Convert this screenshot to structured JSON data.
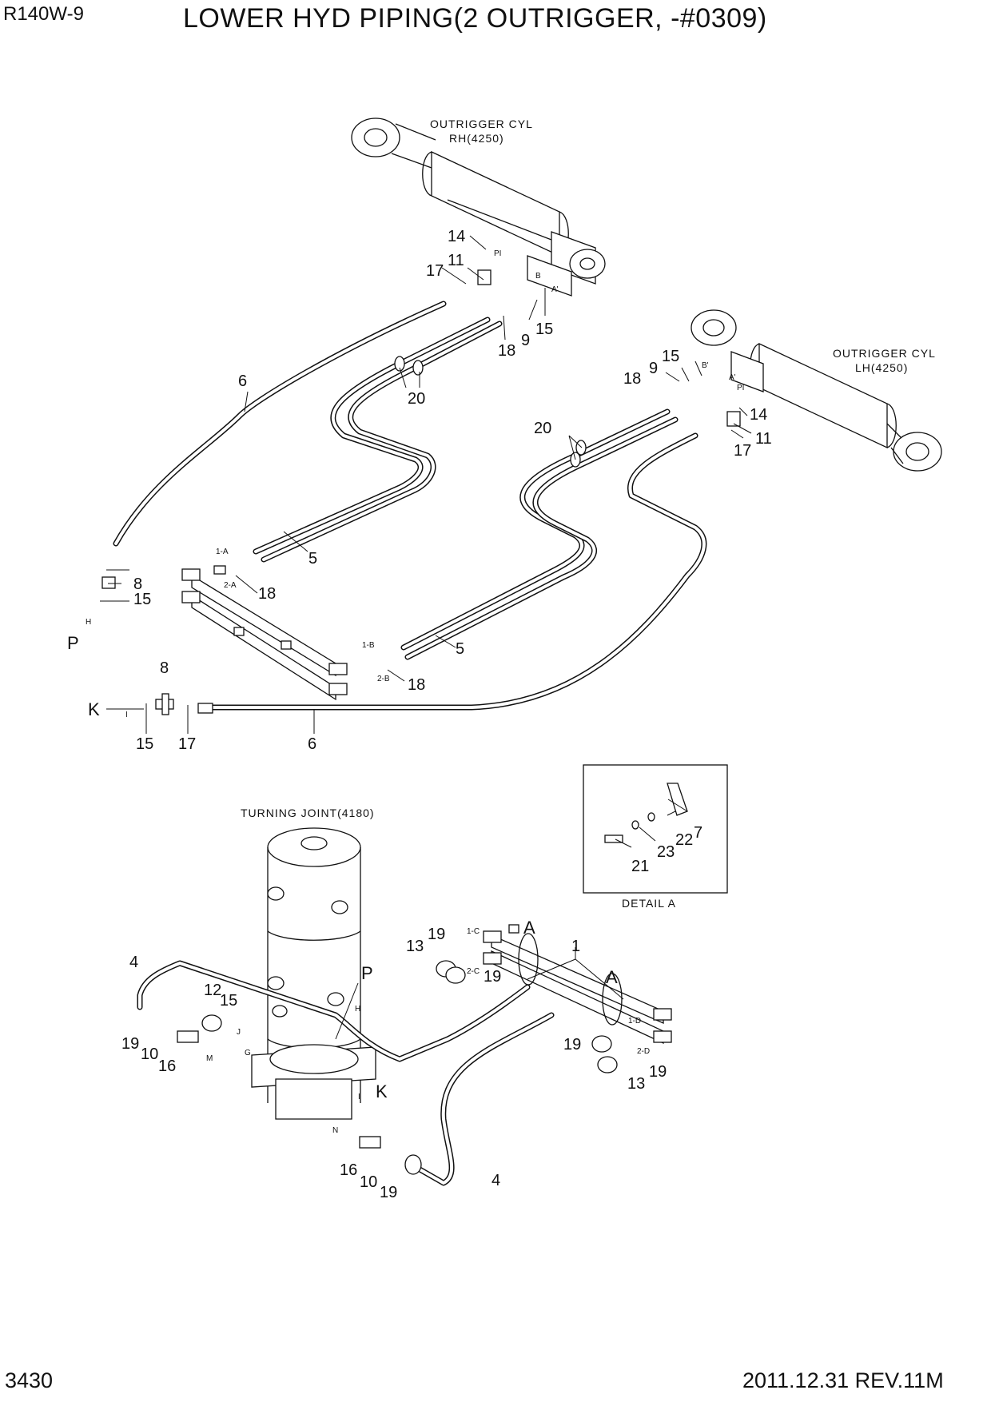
{
  "header": {
    "model": "R140W-9",
    "title": "LOWER HYD PIPING(2 OUTRIGGER, -#0309)"
  },
  "footer": {
    "page_number": "3430",
    "revision": "2011.12.31  REV.11M"
  },
  "components": {
    "outrigger_rh": [
      "OUTRIGGER CYL",
      "RH(4250)"
    ],
    "outrigger_lh": [
      "OUTRIGGER CYL",
      "LH(4250)"
    ],
    "turning_joint": "TURNING JOINT(4180)",
    "detail_a": "DETAIL A"
  },
  "callouts": [
    "14",
    "17",
    "11",
    "15",
    "9",
    "18",
    "6",
    "20",
    "5",
    "8",
    "15",
    "18",
    "5",
    "18",
    "6",
    "15",
    "17",
    "15",
    "9",
    "18",
    "14",
    "11",
    "17",
    "20",
    "8",
    "7",
    "22",
    "23",
    "21",
    "4",
    "12",
    "15",
    "19",
    "10",
    "16",
    "13",
    "19",
    "19",
    "1",
    "A",
    "A",
    "19",
    "13",
    "19",
    "16",
    "10",
    "19",
    "4"
  ],
  "port_labels": [
    "PI",
    "B",
    "A'",
    "B'",
    "A'",
    "PI",
    "1-A",
    "2-A",
    "H",
    "1-B",
    "2-B",
    "I",
    "1-C",
    "2-C",
    "H",
    "J",
    "M",
    "G",
    "I",
    "N",
    "1-D",
    "2-D"
  ],
  "big_labels": [
    "P",
    "K",
    "P",
    "K"
  ]
}
